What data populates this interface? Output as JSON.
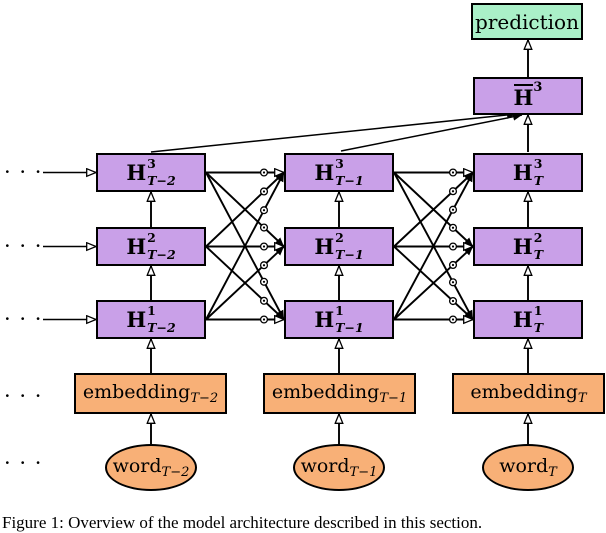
{
  "colors": {
    "hidden_box": "#C9A0E8",
    "embedding_box": "#F8B077",
    "prediction_box": "#AAF0C8",
    "edge": "#000000"
  },
  "diagram": {
    "prediction_label": "prediction",
    "pooled": {
      "base": "H",
      "sup": "3"
    },
    "hidden": {
      "t2": {
        "l3": {
          "base": "H",
          "sup": "3",
          "sub": "T−2"
        },
        "l2": {
          "base": "H",
          "sup": "2",
          "sub": "T−2"
        },
        "l1": {
          "base": "H",
          "sup": "1",
          "sub": "T−2"
        }
      },
      "t1": {
        "l3": {
          "base": "H",
          "sup": "3",
          "sub": "T−1"
        },
        "l2": {
          "base": "H",
          "sup": "2",
          "sub": "T−1"
        },
        "l1": {
          "base": "H",
          "sup": "1",
          "sub": "T−1"
        }
      },
      "t": {
        "l3": {
          "base": "H",
          "sup": "3",
          "sub": "T"
        },
        "l2": {
          "base": "H",
          "sup": "2",
          "sub": "T"
        },
        "l1": {
          "base": "H",
          "sup": "1",
          "sub": "T"
        }
      }
    },
    "embedding": {
      "t2": {
        "base": "embedding",
        "sub": "T−2"
      },
      "t1": {
        "base": "embedding",
        "sub": "T−1"
      },
      "t": {
        "base": "embedding",
        "sub": "T"
      }
    },
    "word": {
      "t2": {
        "base": "word",
        "sub": "T−2"
      },
      "t1": {
        "base": "word",
        "sub": "T−1"
      },
      "t": {
        "base": "word",
        "sub": "T"
      }
    },
    "ellipsis": "· · ·",
    "caption": "Figure 1: Overview of the model architecture described in this section."
  }
}
